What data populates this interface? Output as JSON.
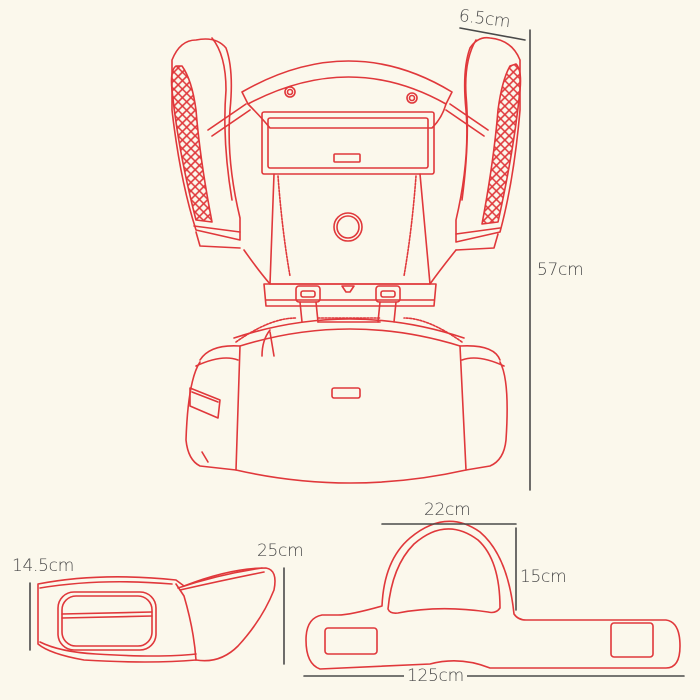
{
  "diagram": {
    "subject": "hip seat baby carrier dimensions",
    "colors": {
      "background": "#fbf8ec",
      "outline": "#e0383b",
      "dimension_line": "#4a4a4a",
      "text": "#4a4a4a"
    },
    "views": {
      "front": {
        "dimensions": {
          "strap_width": "6.5cm",
          "total_height": "57cm"
        }
      },
      "side_seat": {
        "dimensions": {
          "front_height": "14.5cm",
          "back_height": "25cm"
        }
      },
      "belt": {
        "dimensions": {
          "panel_width": "22cm",
          "panel_height": "15cm",
          "belt_length": "125cm"
        }
      }
    }
  }
}
